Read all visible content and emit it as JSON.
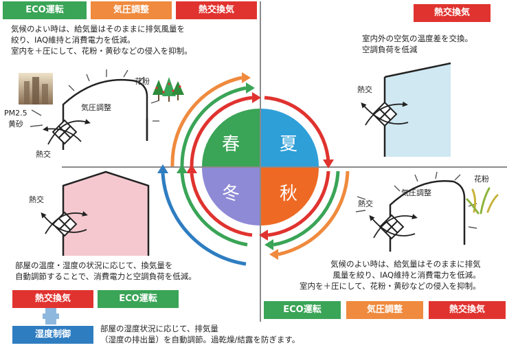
{
  "quadrants": {
    "spring": {
      "tags": [
        "ECO運転",
        "気圧調整",
        "熱交換気"
      ],
      "note_lines": [
        "気候のよい時は、給気量はそのままに排気風量を",
        "絞り、IAQ維持と消費電力を低減。",
        "室内を＋圧にして、花粉・黄砂などの侵入を抑制。"
      ],
      "labels": {
        "pressure": "気圧調整",
        "pollen": "花粉",
        "pm25": "PM2.5",
        "dust": "黄砂",
        "heat_exchange": "熱交"
      }
    },
    "summer": {
      "tags": [
        "熱交換気"
      ],
      "note_lines": [
        "室内外の空気の温度差を交換。",
        "空調負荷を低減"
      ],
      "labels": {
        "heat_exchange": "熱交"
      }
    },
    "winter": {
      "note_lines": [
        "部屋の温度・湿度の状況に応じて、換気量を",
        "自動調節することで、消費電力と空調負荷を低減。"
      ],
      "labels": {
        "heat_exchange": "熱交"
      },
      "tags": [
        "熱交換気",
        "ECO運転"
      ],
      "humidity_tag": "湿度制御",
      "humidity_lines": [
        "部屋の湿度状況に応じて、排気量",
        "（湿度の排出量）を自動調節。過乾燥/結露を防ぎます。"
      ]
    },
    "autumn": {
      "note_lines": [
        "気候のよい時は、給気量はそのままに排気",
        "風量を絞り、IAQ維持と消費電力を低減。",
        "室内を＋圧にして、花粉・黄砂などの侵入を抑制。"
      ],
      "labels": {
        "pressure": "気圧調整",
        "pollen": "花粉",
        "heat_exchange": "熱交"
      },
      "tags": [
        "ECO運転",
        "気圧調整",
        "熱交換気"
      ]
    }
  },
  "seasons": {
    "spring": "春",
    "summer": "夏",
    "autumn": "秋",
    "winter": "冬"
  },
  "colors": {
    "green": "#3aa457",
    "orange": "#ef8a3e",
    "red": "#e0332f",
    "blue": "#2f7dc1",
    "spring": "#3aa457",
    "summer": "#2f9fd8",
    "autumn": "#ee6a24",
    "winter": "#8f8ad6",
    "wall_summer": "#cfe8f2",
    "wall_winter": "#f5c8cf"
  },
  "icons": [
    "heat-exchanger-icon",
    "arrow-icon",
    "pollen-tree-icon",
    "pollen-grass-icon",
    "haze-photo-icon"
  ]
}
